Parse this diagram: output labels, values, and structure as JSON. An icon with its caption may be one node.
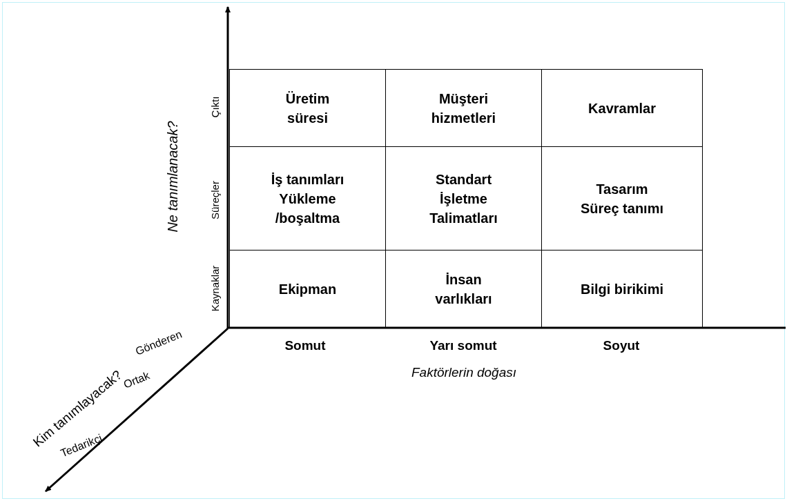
{
  "diagram": {
    "nodes": [
      {
        "text": [
          "Üretim süresi"
        ]
      },
      {
        "text": [
          "Müşteri hizmetleri"
        ]
      },
      {
        "text": [
          "Kavramlar"
        ]
      },
      {
        "text": [
          "İş tanımları",
          "Yükleme /boşaltma"
        ]
      },
      {
        "text": [
          "Standart İşletme Talimatları"
        ]
      },
      {
        "text": [
          "Tasarım",
          "Süreç tanımı"
        ]
      },
      {
        "text": [
          "Ekipman"
        ]
      },
      {
        "text": [
          "İnsan varlıkları"
        ]
      },
      {
        "text": [
          "Bilgi birikimi"
        ]
      }
    ],
    "edges": [],
    "labels": [
      "Ne tanımlanacak?",
      "Çıktı",
      "Süreçler",
      "Kaynaklar",
      "Kim tanımlayacak?",
      "Gönderen",
      "Ortak",
      "Tedarikçi",
      "Somut",
      "Yarı somut",
      "Soyut",
      "Faktörlerin doğası"
    ]
  }
}
